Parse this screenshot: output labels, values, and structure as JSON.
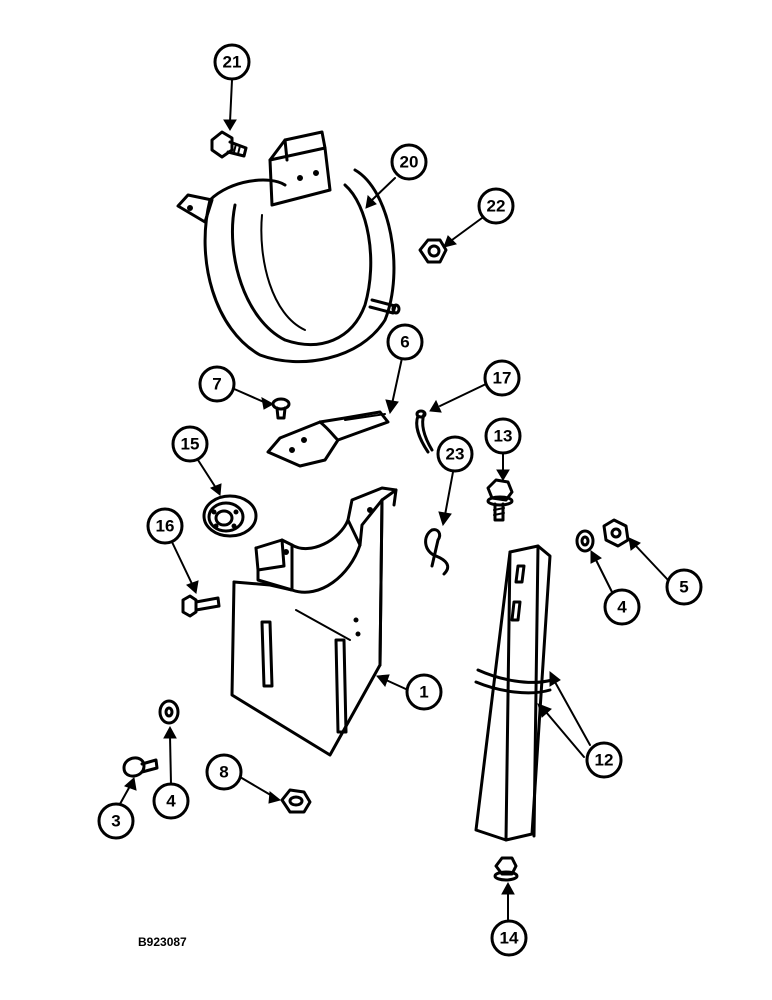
{
  "callouts": {
    "c21": "21",
    "c20": "20",
    "c22": "22",
    "c6": "6",
    "c7": "7",
    "c17": "17",
    "c13": "13",
    "c15": "15",
    "c23": "23",
    "c16": "16",
    "c4a": "4",
    "c5": "5",
    "c1": "1",
    "c12": "12",
    "c3": "3",
    "c4b": "4",
    "c8": "8",
    "c14": "14"
  },
  "reference_code": "B923087"
}
